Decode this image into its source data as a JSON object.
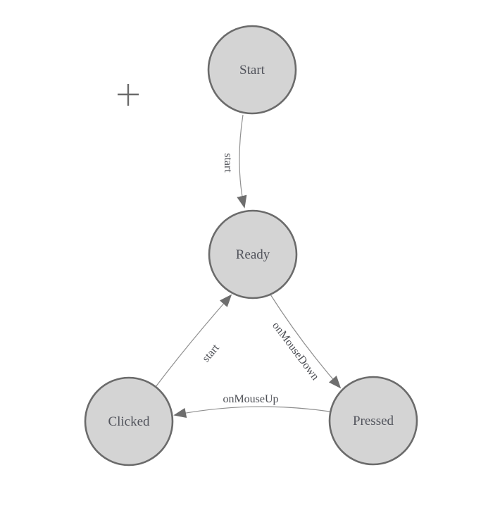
{
  "colors": {
    "background": "#ffffff",
    "node_fill": "#d4d4d4",
    "node_border": "#6b6b6b",
    "edge_line": "#8f8f8f",
    "arrowhead": "#6e6e6e",
    "label_text": "#52545c"
  },
  "icons": {
    "crosshair_marker": "plus-crosshair"
  },
  "diagram": {
    "type": "state-machine",
    "nodes": [
      {
        "id": "start",
        "label": "Start"
      },
      {
        "id": "ready",
        "label": "Ready"
      },
      {
        "id": "clicked",
        "label": "Clicked"
      },
      {
        "id": "pressed",
        "label": "Pressed"
      }
    ],
    "edges": [
      {
        "from": "start",
        "to": "ready",
        "label": "start"
      },
      {
        "from": "ready",
        "to": "pressed",
        "label": "onMouseDown"
      },
      {
        "from": "pressed",
        "to": "clicked",
        "label": "onMouseUp"
      },
      {
        "from": "clicked",
        "to": "ready",
        "label": "start"
      }
    ]
  }
}
